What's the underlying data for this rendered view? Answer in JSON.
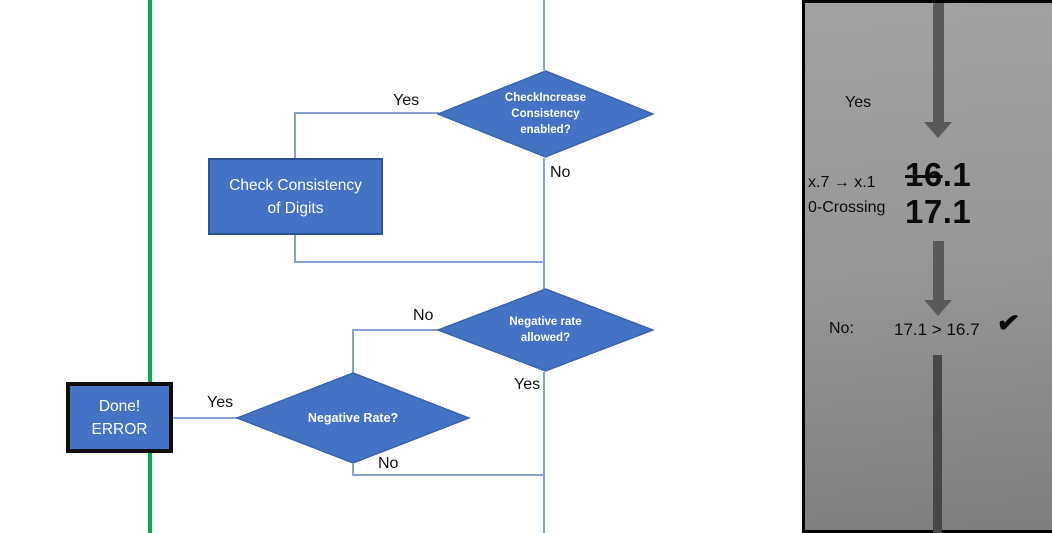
{
  "colors": {
    "shape_blue": "#4472C4",
    "shape_border": "#3C63AC",
    "box_border": "#2F528F",
    "connector": "#87A1CB",
    "green": "#0CA750",
    "arrow_gray": "#595959",
    "bar_gray": "#474747"
  },
  "flowchart": {
    "decision_check_increase": {
      "lines": [
        "CheckIncrease",
        "Consistency",
        "enabled?"
      ],
      "yes_label": "Yes",
      "no_label": "No"
    },
    "process_check_consistency": {
      "lines": [
        "Check Consistency",
        "of Digits"
      ]
    },
    "decision_negative_rate_allowed": {
      "lines": [
        "Negative rate",
        "allowed?"
      ],
      "no_label": "No",
      "yes_label": "Yes"
    },
    "decision_negative_rate": {
      "label": "Negative Rate?",
      "yes_label": "Yes",
      "no_label": "No"
    },
    "terminal_done_error": {
      "lines": [
        "Done!",
        "ERROR"
      ]
    }
  },
  "side_panel": {
    "yes_label": "Yes",
    "transition_rule": {
      "line1": "x.7 → x.1",
      "line2": "0-Crossing"
    },
    "old_value": {
      "struck": "16",
      "rest": ".1"
    },
    "new_value": "17.1",
    "check_row": {
      "answer": "No:",
      "comparison": "17.1 > 16.7",
      "checkmark": "✔"
    }
  }
}
